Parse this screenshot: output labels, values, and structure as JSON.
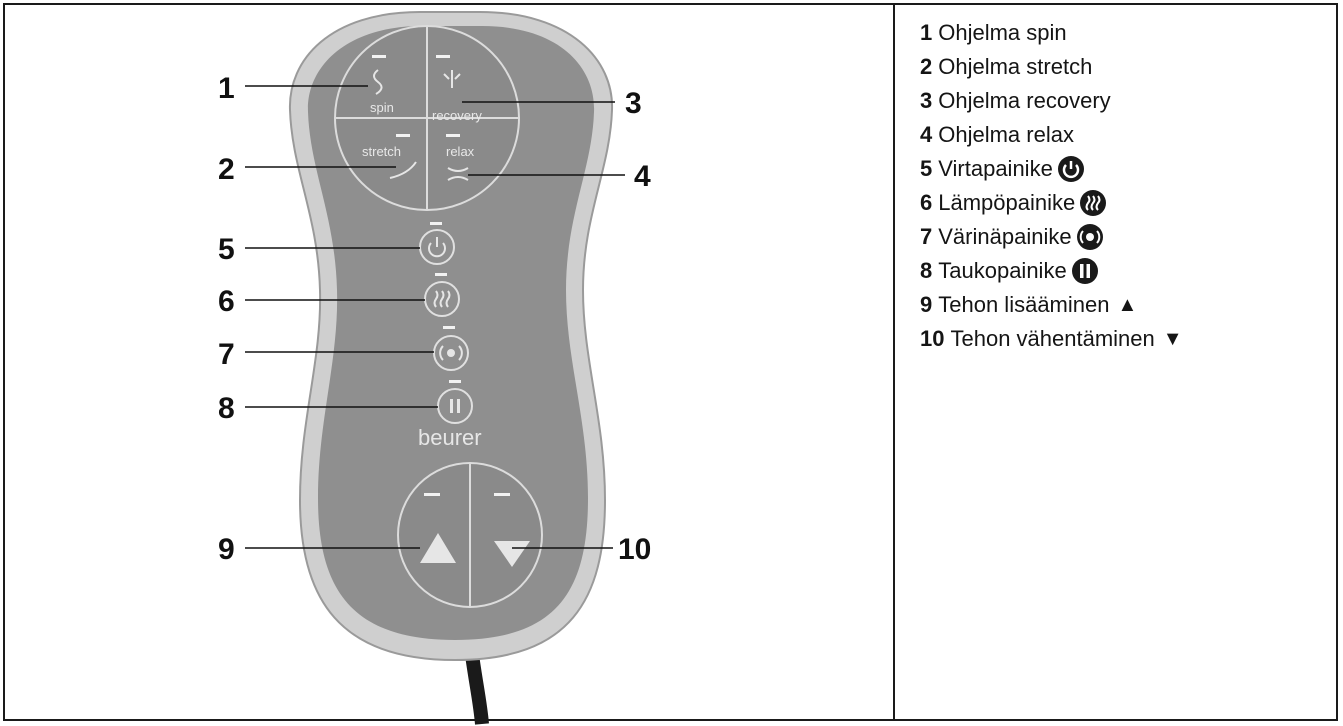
{
  "panel": {
    "spin": "spin",
    "recovery": "recovery",
    "stretch": "stretch",
    "relax": "relax",
    "brand": "beurer"
  },
  "callouts": [
    "1",
    "2",
    "3",
    "4",
    "5",
    "6",
    "7",
    "8",
    "9",
    "10"
  ],
  "legend": [
    {
      "num": "1",
      "label": "Ohjelma spin"
    },
    {
      "num": "2",
      "label": "Ohjelma stretch"
    },
    {
      "num": "3",
      "label": "Ohjelma recovery"
    },
    {
      "num": "4",
      "label": "Ohjelma relax"
    },
    {
      "num": "5",
      "label": "Virtapainike",
      "icon": "power-icon"
    },
    {
      "num": "6",
      "label": "Lämpöpainike",
      "icon": "heat-icon"
    },
    {
      "num": "7",
      "label": "Värinäpainike",
      "icon": "vibration-icon"
    },
    {
      "num": "8",
      "label": "Taukopainike",
      "icon": "pause-icon"
    },
    {
      "num": "9",
      "label": "Tehon lisääminen",
      "symbol": "▲"
    },
    {
      "num": "10",
      "label": "Tehon vähentäminen",
      "symbol": "▼"
    }
  ]
}
